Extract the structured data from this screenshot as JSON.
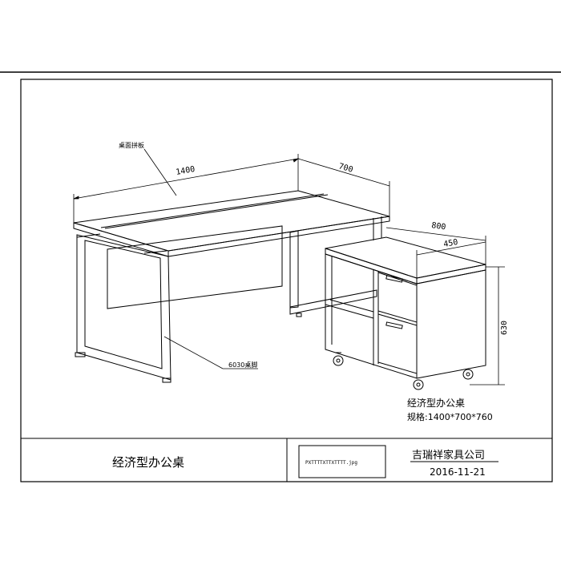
{
  "dimensions": {
    "desk_width": "1400",
    "desk_depth": "700",
    "cabinet_length": "800",
    "cabinet_depth": "450",
    "cabinet_height": "630"
  },
  "callouts": {
    "desktop_label": "桌面拼板",
    "frame_label": "6030桌脚"
  },
  "product": {
    "name": "经济型办公桌",
    "spec": "规格:1400*700*760"
  },
  "title_block": {
    "drawing_title": "经济型办公桌",
    "stamp_text": "PXTTTTXTTXTTTT.jpg",
    "company": "吉瑞祥家具公司",
    "date": "2016-11-21"
  }
}
